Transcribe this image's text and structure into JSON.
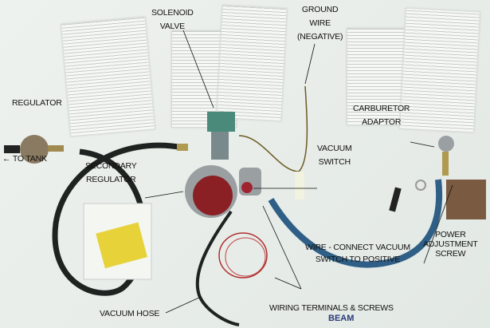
{
  "labels": {
    "solenoid_valve": [
      "SOLENOID",
      "VALVE"
    ],
    "ground_wire": [
      "GROUND",
      "WIRE",
      "(NEGATIVE)"
    ],
    "regulator": "REGULATOR",
    "to_tank": "← TO TANK",
    "secondary_regulator": [
      "SECONDARY",
      "REGULATOR"
    ],
    "carburetor_adaptor": [
      "CARBURETOR",
      "ADAPTOR"
    ],
    "vacuum_switch": [
      "VACUUM",
      "SWITCH"
    ],
    "power_adjustment_screw": [
      "POWER",
      "ADJUSTMENT",
      "SCREW"
    ],
    "wire_connect": [
      "WIRE - CONNECT VACUUM",
      "SWITCH TO POSITIVE"
    ],
    "vacuum_hose": "VACUUM HOSE",
    "wiring_terminals": "WIRING TERMINALS & SCREWS"
  },
  "package_text": "BEAM",
  "colors": {
    "hose_black": "#1e2220",
    "hose_blue": "#2f5f86",
    "regulator_red": "#8a1f24",
    "background": "#e9eeea"
  }
}
